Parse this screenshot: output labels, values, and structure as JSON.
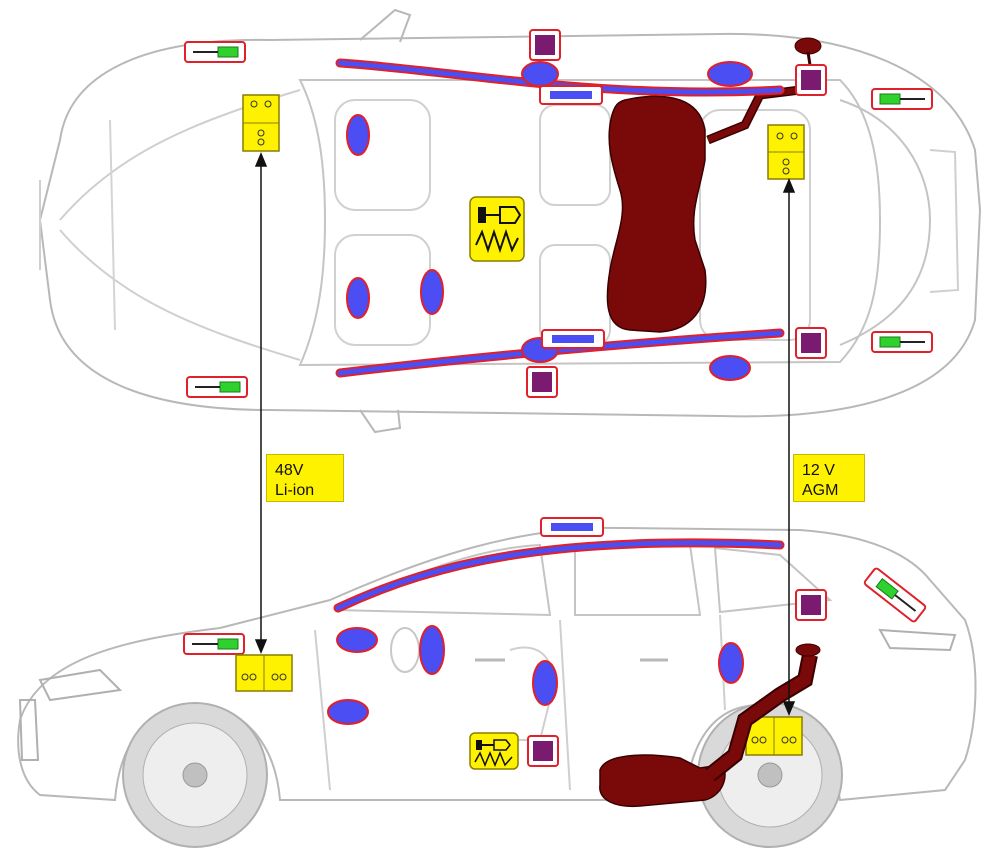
{
  "batteries": {
    "front": {
      "line1": "48V",
      "line2": "Li-ion"
    },
    "rear": {
      "line1": "12 V",
      "line2": "AGM"
    }
  },
  "colors": {
    "airbag": "#4b4ef2",
    "airbag_outline": "#e0202a",
    "sensor_green": "#2fd12f",
    "crash_sensor": "#7b1b6f",
    "fuel_tank": "#7a0a0a",
    "battery_yellow": "#fff200",
    "label_yellow": "#fff200",
    "car_outline": "#b8b8b8"
  },
  "icons": {
    "airbag": "airbag-icon",
    "pressure_sensor": "pressure-sensor-icon",
    "crash_sensor": "crash-sensor-icon",
    "fuel_tank": "fuel-tank-icon",
    "battery": "battery-icon",
    "control_unit": "control-unit-icon"
  }
}
